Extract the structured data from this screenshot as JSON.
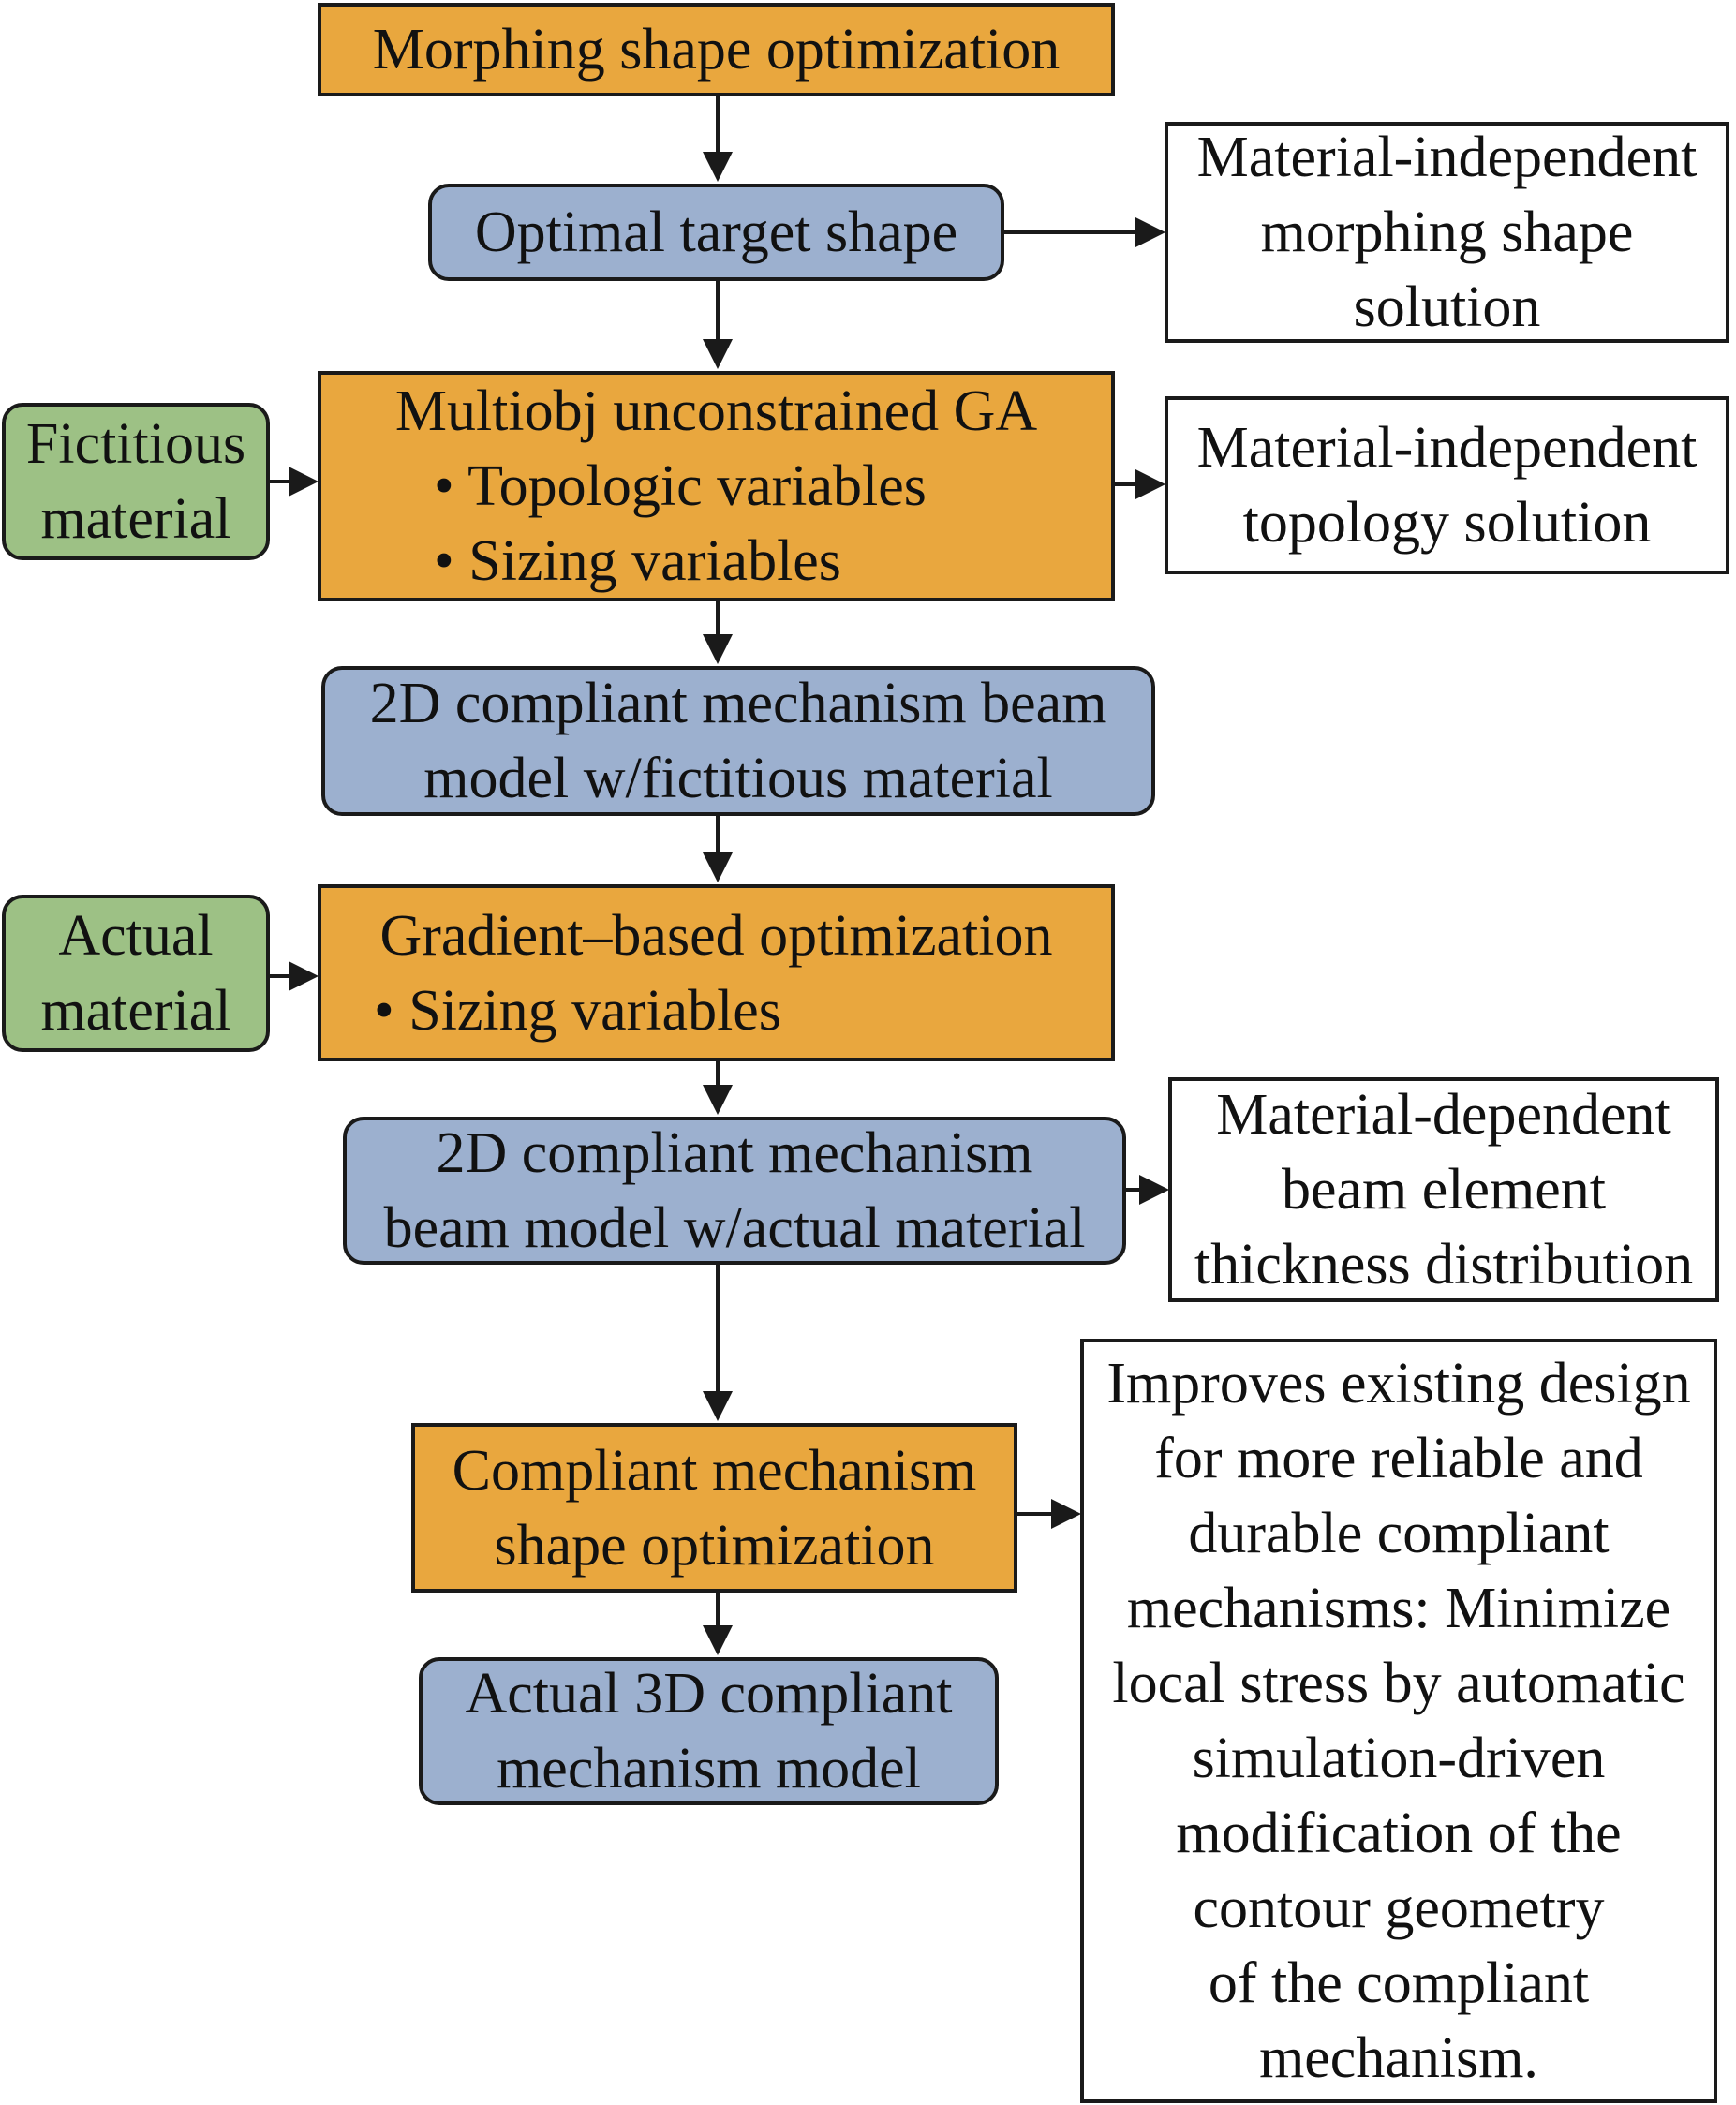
{
  "nodes": {
    "morphing_opt": {
      "lines": [
        "Morphing shape optimization"
      ]
    },
    "optimal_target": {
      "lines": [
        "Optimal target shape"
      ]
    },
    "mat_indep_shape": {
      "lines": [
        "Material-independent",
        "morphing shape",
        "solution"
      ]
    },
    "fictitious_material": {
      "lines": [
        "Fictitious",
        "material"
      ]
    },
    "multiobj_ga": {
      "title": "Multiobj unconstrained GA",
      "bullets": [
        "• Topologic variables",
        "• Sizing variables"
      ]
    },
    "mat_indep_topology": {
      "lines": [
        "Material-independent",
        "topology solution"
      ]
    },
    "beam_fictitious": {
      "lines": [
        "2D compliant mechanism beam",
        "model w/fictitious material"
      ]
    },
    "actual_material": {
      "lines": [
        "Actual",
        "material"
      ]
    },
    "gradient_opt": {
      "title": "Gradient–based optimization",
      "bullets": [
        "• Sizing variables"
      ]
    },
    "beam_actual": {
      "lines": [
        "2D compliant mechanism",
        "beam model w/actual material"
      ]
    },
    "mat_dep_thickness": {
      "lines": [
        "Material-dependent",
        "beam element",
        "thickness distribution"
      ]
    },
    "cm_shape_opt": {
      "lines": [
        "Compliant mechanism",
        "shape optimization"
      ]
    },
    "actual_3d": {
      "lines": [
        "Actual 3D compliant",
        "mechanism model"
      ]
    },
    "improves": {
      "lines": [
        "Improves existing design",
        "for more reliable and",
        "durable compliant",
        "mechanisms: Minimize",
        "local stress by automatic",
        "simulation-driven",
        "modification of the",
        "contour geometry",
        "of the compliant",
        "mechanism."
      ]
    }
  },
  "colors": {
    "orange": "#e9a73e",
    "blue": "#9cb0cf",
    "green": "#9dc185",
    "arrow": "#1a1a1a"
  }
}
